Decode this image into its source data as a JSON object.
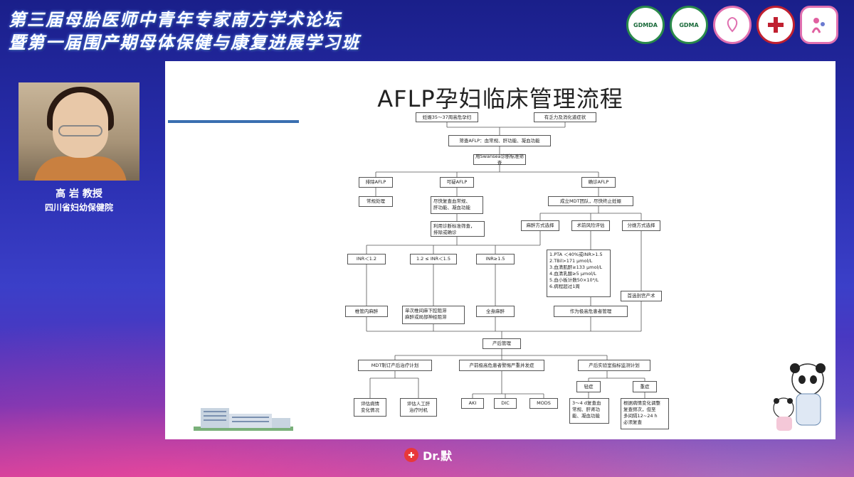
{
  "header": {
    "title_line1": "第三届母胎医师中青年专家南方学术论坛",
    "title_line2": "暨第一届围产期母体保健与康复进展学习班",
    "logos": [
      {
        "icon": "gdmda-logo",
        "text": "GDMDA",
        "color": "#2a8a4a"
      },
      {
        "icon": "gdma-logo",
        "text": "GDMA",
        "color": "#2a8a4a"
      },
      {
        "icon": "maternal-care-logo",
        "text": "",
        "color": "#e070b0"
      },
      {
        "icon": "red-cross-logo",
        "text": "",
        "color": "#c02030"
      },
      {
        "icon": "mother-child-logo",
        "text": "",
        "color": "#e060a0"
      }
    ]
  },
  "speaker": {
    "name": "高 岩 教授",
    "organization": "四川省妇幼保健院"
  },
  "slide": {
    "title": "AFLP孕妇临床管理流程",
    "accent_color": "#3a6fb0",
    "flowchart": {
      "n_start1": "妊娠35～37周高危孕妇",
      "n_start2": "有乏力及消化道症状",
      "n_screen": "筛查AFLP：血常规、肝功能、凝血功能",
      "n_swansea": "用Swansea诊断标准筛查",
      "n_exclude": "排除AFLP",
      "n_suspect": "可疑AFLP",
      "n_confirm": "确诊AFLP",
      "n_routine": "常规处理",
      "n_recheck": "尽快复查血常规、\n肝功能、凝血功能",
      "n_mdt": "成立MDT团队，尽快终止妊娠",
      "n_rediag": "利用诊断标准筛查，\n排除或确诊",
      "n_anes": "麻醉方式选择",
      "n_risk": "术前风险评估",
      "n_delivery": "分娩方式选择",
      "n_inr1": "INR＜1.2",
      "n_inr2": "1.2 ≤ INR＜1.5",
      "n_inr3": "INR≥1.5",
      "n_criteria": "1.PTA ＜40%或INR>1.5\n2.TBil>171 μmol/L\n3.血清肌酐≥133 μmol/L\n4.血清乳酸≥5 μmol/L\n5.血小板计数50×10⁹/L\n6.病程超过1周",
      "n_epidural": "椎管内麻醉",
      "n_block": "单次椎间麻下腔阻滞\n麻醉或局部神经阻滞",
      "n_general": "全身麻醉",
      "n_highrisk": "作为极高危患者管理",
      "n_cesarean": "首选剖宫产术",
      "n_postpartum": "产后管理",
      "n_mdtplan": "MDT制订产后治疗计划",
      "n_alert": "产前极高危患者警惕严重并发症",
      "n_lab": "产后实验室指标监测计划",
      "n_eval1": "评估病情\n变化情况",
      "n_eval2": "评估人工肝\n治疗时机",
      "n_aki": "AKI",
      "n_dic": "DIC",
      "n_mods": "MODS",
      "n_mild": "轻症",
      "n_severe": "重症",
      "n_mild_plan": "3～4 d复查血\n常规、肝肾功\n能、凝血功能",
      "n_severe_plan": "根据病情变化调整\n复查频次，但至\n多间隔12~24 h\n必须复查"
    }
  },
  "footer": {
    "brand": "Dr.默",
    "icon": "dr-mo-logo"
  }
}
